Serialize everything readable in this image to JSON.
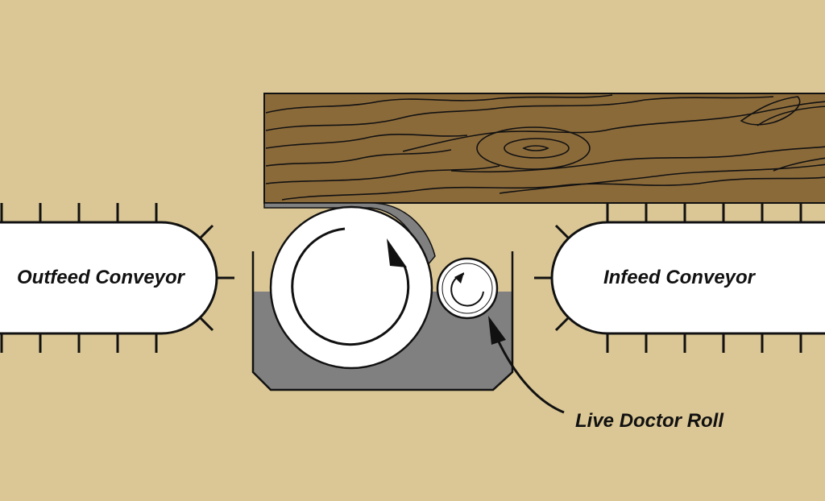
{
  "labels": {
    "outfeed": "Outfeed Conveyor",
    "infeed": "Infeed Conveyor",
    "doctor_roll": "Live Doctor Roll"
  },
  "colors": {
    "background": "#dbc795",
    "wood": "#8b6a3a",
    "glue": "#808080",
    "roll": "#ffffff",
    "stroke": "#111111"
  }
}
